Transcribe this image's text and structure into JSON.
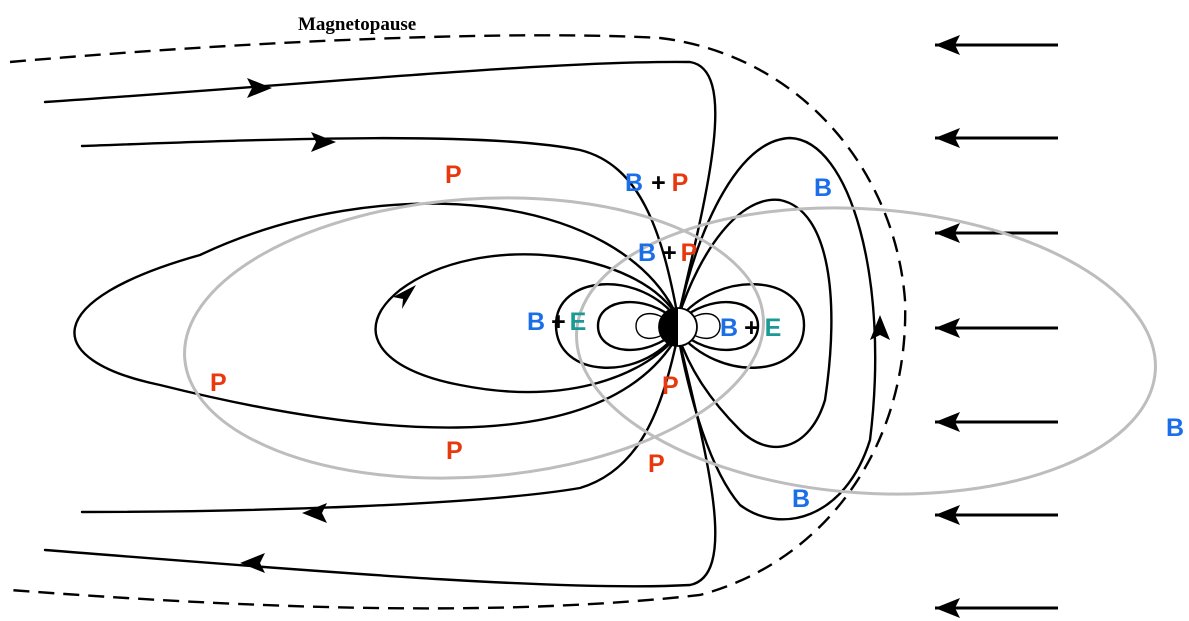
{
  "diagram": {
    "title": "Magnetopause",
    "labels": [
      {
        "id": "p-tail-upper",
        "text": "P",
        "color": "#e8380d"
      },
      {
        "id": "b-dayside-upper",
        "text": "B",
        "color": "#1a6fe8"
      },
      {
        "id": "p-tail-left",
        "text": "P",
        "color": "#e8380d"
      },
      {
        "id": "p-tail-lower",
        "text": "P",
        "color": "#e8380d"
      },
      {
        "id": "p-near-lower",
        "text": "P",
        "color": "#e8380d"
      },
      {
        "id": "p-near-earth",
        "text": "P",
        "color": "#e8380d"
      },
      {
        "id": "b-dayside-lower",
        "text": "B",
        "color": "#1a6fe8"
      },
      {
        "id": "b-far-right",
        "text": "B",
        "color": "#1a6fe8"
      }
    ],
    "combo_labels": [
      {
        "id": "bp-upper",
        "parts": [
          {
            "text": "B",
            "color": "#1a6fe8"
          },
          {
            "text": "+",
            "color": "#000000"
          },
          {
            "text": "P",
            "color": "#e8380d"
          }
        ]
      },
      {
        "id": "bp-inner",
        "parts": [
          {
            "text": "B",
            "color": "#1a6fe8"
          },
          {
            "text": "+",
            "color": "#000000"
          },
          {
            "text": "P",
            "color": "#e8380d"
          }
        ]
      },
      {
        "id": "be-left",
        "parts": [
          {
            "text": "B",
            "color": "#1a6fe8"
          },
          {
            "text": "+",
            "color": "#000000"
          },
          {
            "text": "E",
            "color": "#1a9a96"
          }
        ]
      },
      {
        "id": "be-right",
        "parts": [
          {
            "text": "B",
            "color": "#1a6fe8"
          },
          {
            "text": "+",
            "color": "#000000"
          },
          {
            "text": "E",
            "color": "#1a9a96"
          }
        ]
      }
    ],
    "colors": {
      "field_line": "#000000",
      "orbit": "#bdbdbd",
      "P": "#e8380d",
      "B": "#1a6fe8",
      "E": "#1a9a96"
    }
  }
}
